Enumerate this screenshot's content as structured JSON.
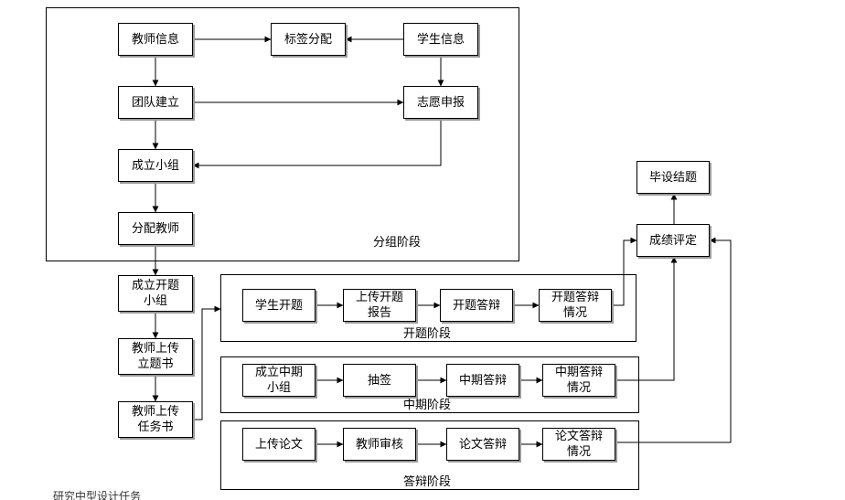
{
  "nodes": {
    "teacher_info": "教师信息",
    "tag_assign": "标签分配",
    "student_info": "学生信息",
    "team_build": "团队建立",
    "wish_report": "志愿申报",
    "form_group": "成立小组",
    "assign_teacher": "分配教师",
    "proposal_group": "成立开题\n小组",
    "teacher_upload_topic": "教师上传\n立题书",
    "teacher_upload_task": "教师上传\n任务书",
    "student_proposal": "学生开题",
    "upload_proposal_report": "上传开题\n报告",
    "proposal_defense": "开题答辩",
    "proposal_defense_result": "开题答辩\n情况",
    "midterm_group": "成立中期\n小组",
    "draw_lots": "抽签",
    "midterm_defense": "中期答辩",
    "midterm_defense_result": "中期答辩\n情况",
    "upload_thesis": "上传论文",
    "teacher_review": "教师审核",
    "thesis_defense": "论文答辩",
    "thesis_defense_result": "论文答辩\n情况",
    "grade_evaluation": "成绩评定",
    "graduation_close": "毕设结题"
  },
  "stages": {
    "grouping": "分组阶段",
    "proposal": "开题阶段",
    "midterm": "中期阶段",
    "defense": "答辩阶段"
  },
  "footer_text": "研究中型设计任务"
}
